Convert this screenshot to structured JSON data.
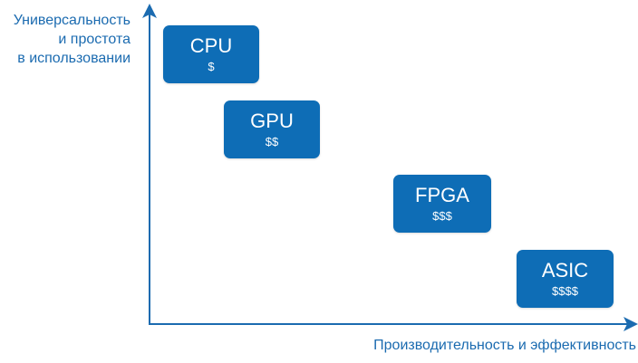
{
  "y_axis": {
    "label_lines": [
      "Универсальность",
      "и простота",
      "в использовании"
    ]
  },
  "x_axis": {
    "label": "Производительность и эффективность"
  },
  "items": [
    {
      "name": "CPU",
      "cost": "$"
    },
    {
      "name": "GPU",
      "cost": "$$"
    },
    {
      "name": "FPGA",
      "cost": "$$$"
    },
    {
      "name": "ASIC",
      "cost": "$$$$"
    }
  ],
  "colors": {
    "box_fill": "#0e6db6",
    "axis": "#1b6bb0",
    "label_text": "#1b6bb0",
    "box_text": "#ffffff"
  }
}
